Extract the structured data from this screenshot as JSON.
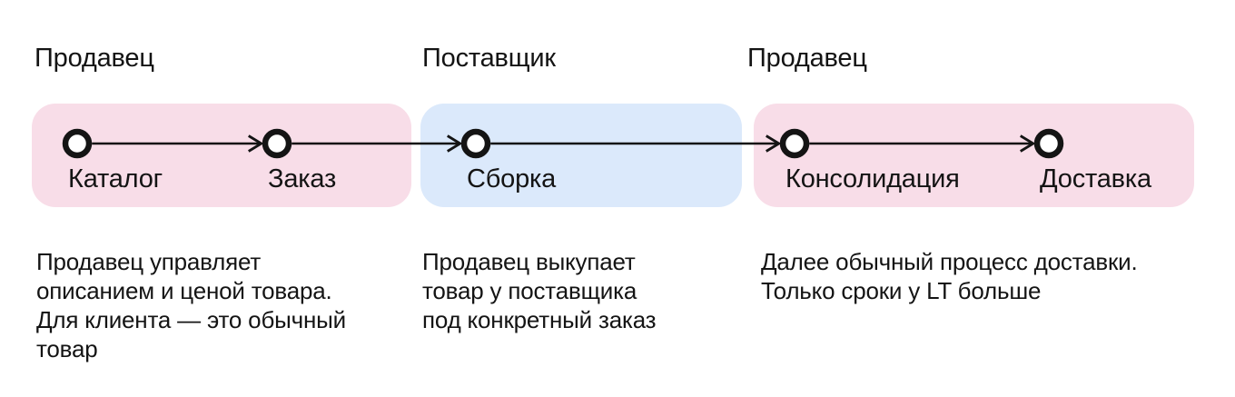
{
  "colors": {
    "seller_box": "#F8DDE8",
    "supplier_box": "#DBE9FB",
    "ink": "#141414",
    "background": "#FFFFFF",
    "node_fill": "#FFFFFF"
  },
  "sections": [
    {
      "actor": "Продавец",
      "description": "Продавец управляет\nописанием и ценой товара.\nДля клиента — это обычный\nтовар"
    },
    {
      "actor": "Поставщик",
      "description": "Продавец выкупает\nтовар у поставщика\nпод конкретный заказ"
    },
    {
      "actor": "Продавец",
      "description": "Далее обычный процесс доставки.\nТолько сроки у LT больше"
    }
  ],
  "steps": [
    {
      "label": "Каталог"
    },
    {
      "label": "Заказ"
    },
    {
      "label": "Сборка"
    },
    {
      "label": "Консолидация"
    },
    {
      "label": "Доставка"
    }
  ]
}
